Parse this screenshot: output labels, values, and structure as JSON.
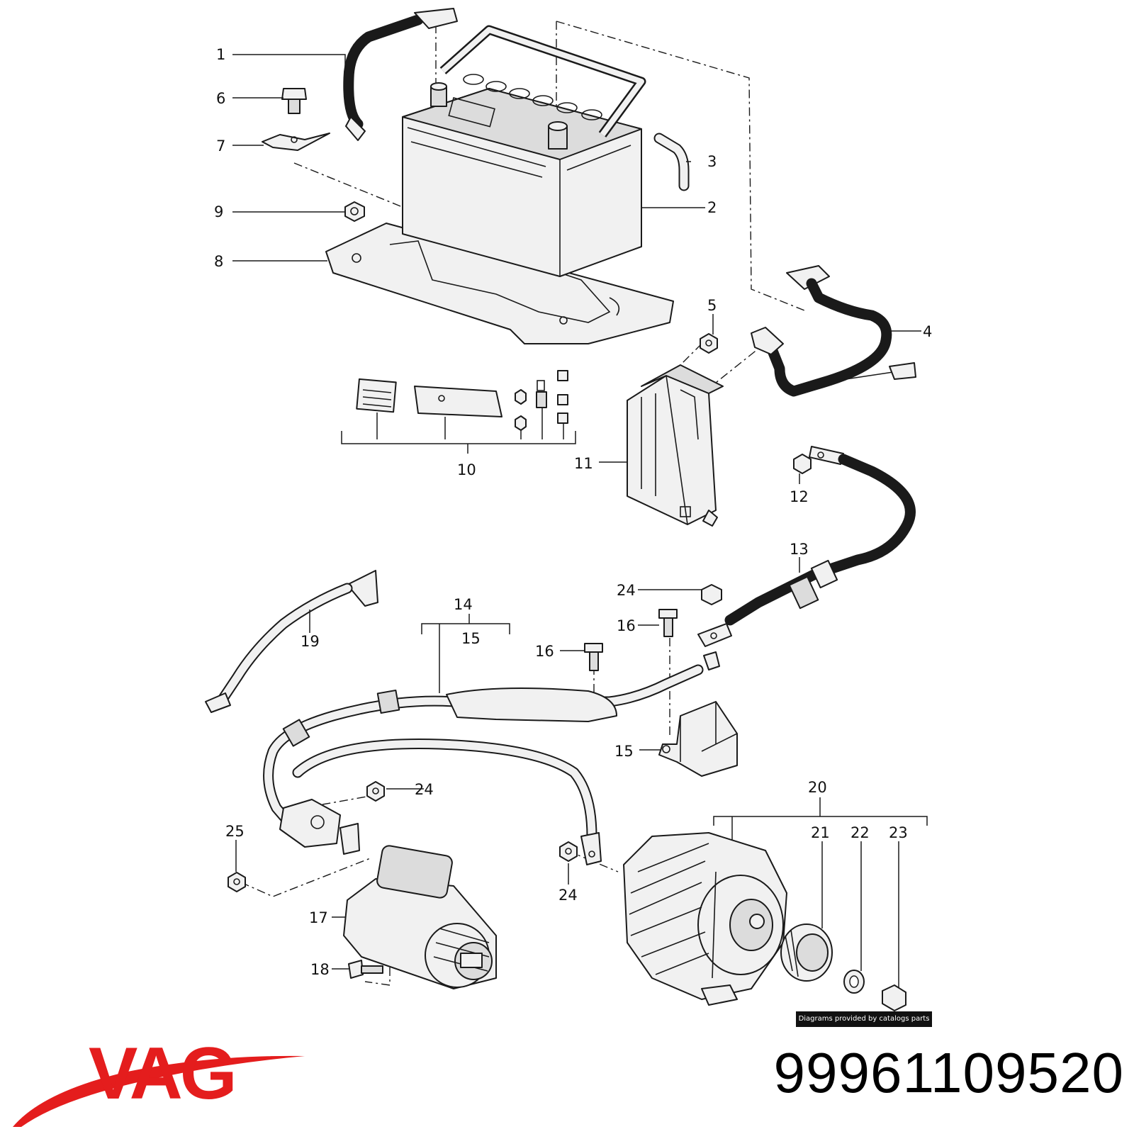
{
  "callouts": {
    "n1": "1",
    "n2": "2",
    "n3": "3",
    "n4": "4",
    "n5": "5",
    "n6": "6",
    "n7": "7",
    "n8": "8",
    "n9": "9",
    "n10": "10",
    "n11": "11",
    "n12": "12",
    "n13": "13",
    "n14": "14",
    "n15a": "15",
    "n15b": "15",
    "n16a": "16",
    "n16b": "16",
    "n17": "17",
    "n18": "18",
    "n19": "19",
    "n20": "20",
    "n21": "21",
    "n22": "22",
    "n23": "23",
    "n24a": "24",
    "n24b": "24",
    "n24c": "24",
    "n25": "25"
  },
  "credit": "Diagrams provided by catalogs parts",
  "brand": {
    "name": "VAG",
    "color": "#e41d1d"
  },
  "part_number": "99961109520"
}
